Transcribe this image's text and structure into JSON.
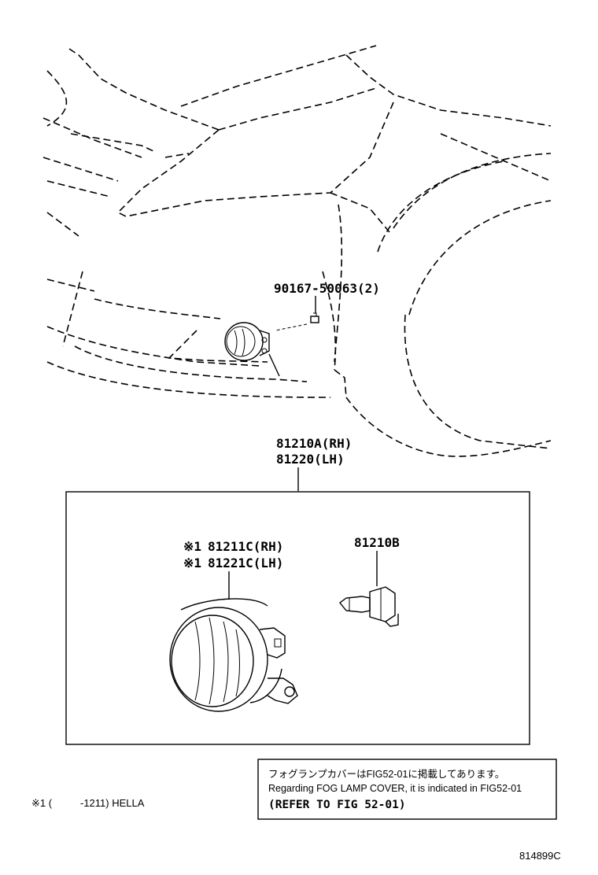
{
  "callouts": {
    "bolt": "90167-50063(2)",
    "assy_rh": "81210A(RH)",
    "assy_lh": "81220(LH)",
    "lamp_unit_rh": "81211C(RH)",
    "lamp_unit_lh": "81221C(LH)",
    "lamp_marker_1": "※1",
    "lamp_marker_2": "※1",
    "bulb": "81210B"
  },
  "notes": {
    "japanese": "フォグランプカバーはFIG52-01に掲載してあります。",
    "english": "Regarding FOG LAMP COVER, it is indicated in FIG52-01",
    "refer": "(REFER TO FIG 52-01)"
  },
  "footnote": {
    "marker": "※1 (",
    "range": "-1211) HELLA"
  },
  "illustration_id": "814899C"
}
